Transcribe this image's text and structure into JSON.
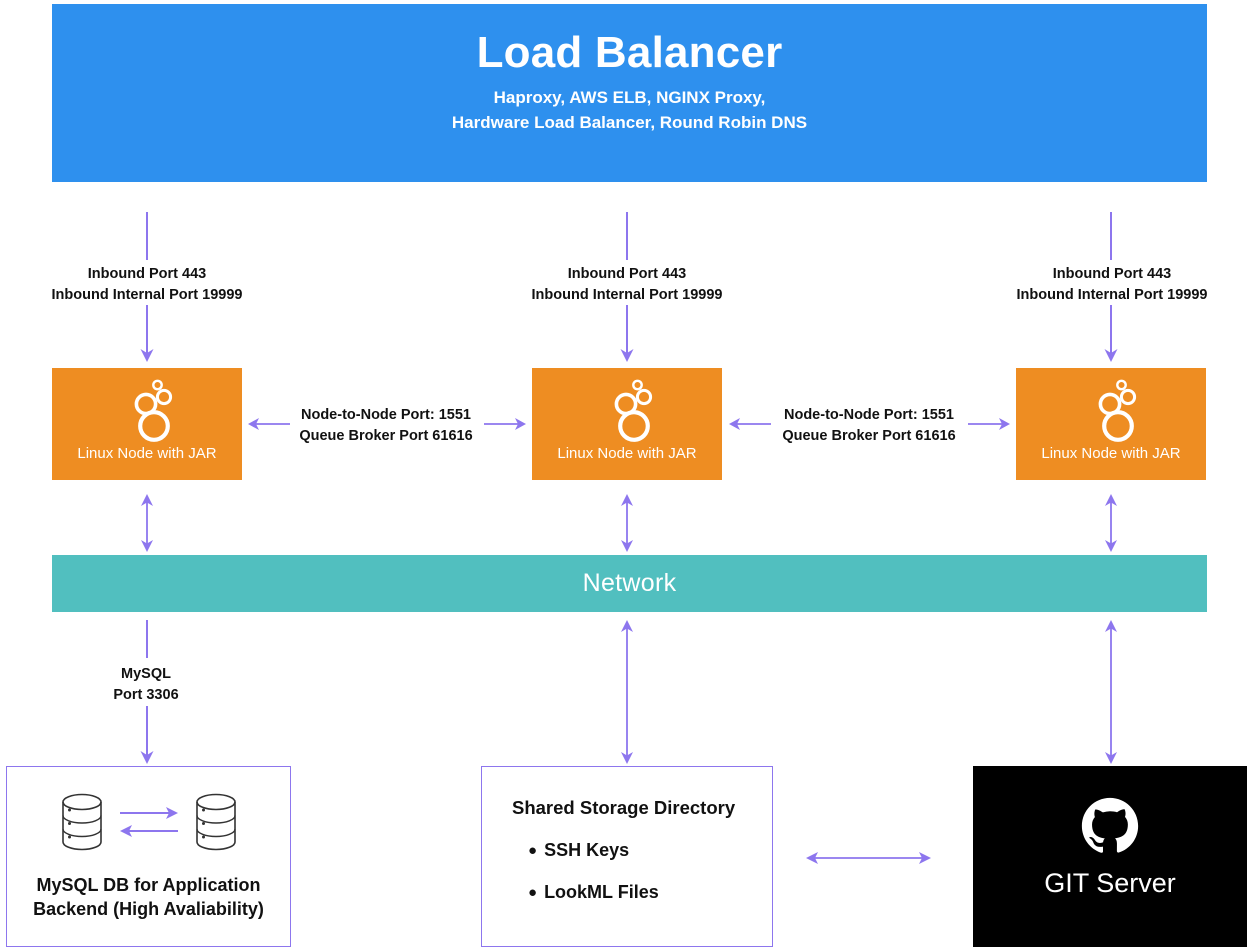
{
  "diagram": {
    "load_balancer": {
      "title": "Load Balancer",
      "subtitle_line1": "Haproxy, AWS ELB, NGINX Proxy,",
      "subtitle_line2": "Hardware Load Balancer, Round Robin DNS",
      "color": "#2e90ee"
    },
    "inbound_labels": [
      {
        "line1": "Inbound Port 443",
        "line2": "Inbound Internal Port 19999"
      },
      {
        "line1": "Inbound Port 443",
        "line2": "Inbound Internal Port 19999"
      },
      {
        "line1": "Inbound Port 443",
        "line2": "Inbound Internal Port 19999"
      }
    ],
    "nodes": [
      {
        "label": "Linux Node with JAR",
        "icon": "bubbles-icon",
        "color": "#ee8d22"
      },
      {
        "label": "Linux Node with JAR",
        "icon": "bubbles-icon",
        "color": "#ee8d22"
      },
      {
        "label": "Linux Node with JAR",
        "icon": "bubbles-icon",
        "color": "#ee8d22"
      }
    ],
    "node_to_node_labels": [
      {
        "line1": "Node-to-Node Port: 1551",
        "line2": "Queue Broker Port 61616"
      },
      {
        "line1": "Node-to-Node Port: 1551",
        "line2": "Queue Broker Port 61616"
      }
    ],
    "network": {
      "label": "Network",
      "color": "#51bfbf"
    },
    "mysql_link": {
      "line1": "MySQL",
      "line2": "Port 3306"
    },
    "database_panel": {
      "icon": "database-replication-icon",
      "caption_line1": "MySQL DB for Application",
      "caption_line2": "Backend (High Avaliability)",
      "border_color": "#8d76ee"
    },
    "storage_panel": {
      "title": "Shared Storage Directory",
      "bullet_glyph": "●",
      "items": [
        "SSH Keys",
        "LookML Files"
      ],
      "border_color": "#8d76ee"
    },
    "git_panel": {
      "icon": "github-icon",
      "label": "GIT Server",
      "background": "#000000"
    },
    "arrow_color": "#8d76ee"
  }
}
